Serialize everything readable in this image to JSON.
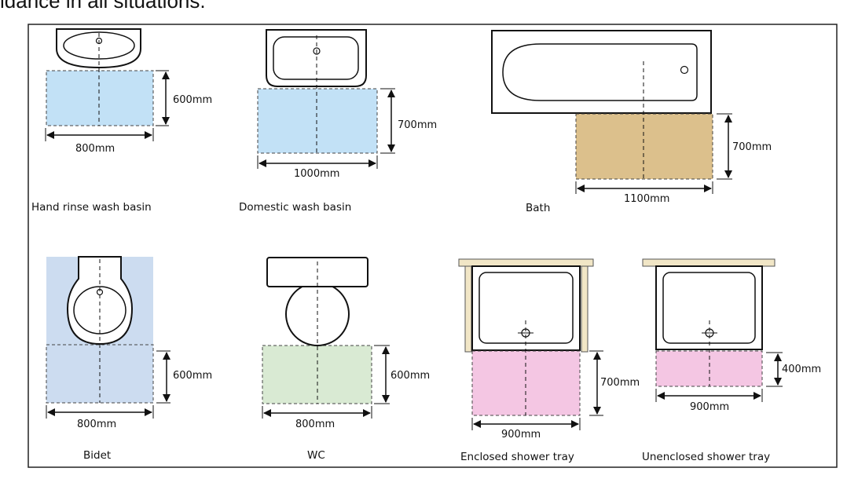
{
  "header_text": "idance in all situations.",
  "fixtures": {
    "hand_rinse": {
      "caption": "Hand rinse wash basin",
      "width_label": "800mm",
      "depth_label": "600mm"
    },
    "domestic": {
      "caption": "Domestic wash basin",
      "width_label": "1000mm",
      "depth_label": "700mm"
    },
    "bath": {
      "caption": "Bath",
      "width_label": "1100mm",
      "depth_label": "700mm"
    },
    "bidet": {
      "caption": "Bidet",
      "width_label": "800mm",
      "depth_label": "600mm"
    },
    "wc": {
      "caption": "WC",
      "width_label": "800mm",
      "depth_label": "600mm"
    },
    "enclosed_shower": {
      "caption": "Enclosed shower tray",
      "width_label": "900mm",
      "depth_label": "700mm"
    },
    "unenclosed_shower": {
      "caption": "Unenclosed shower tray",
      "width_label": "900mm",
      "depth_label": "400mm"
    }
  },
  "colors": {
    "basin_zone": "#c2e1f6",
    "bath_zone": "#dcc08c",
    "bidet_zone": "#ccdcf0",
    "wc_zone": "#d9ead3",
    "shower_zone": "#f4c6e3",
    "shower_screen": "#f1e6c6"
  }
}
